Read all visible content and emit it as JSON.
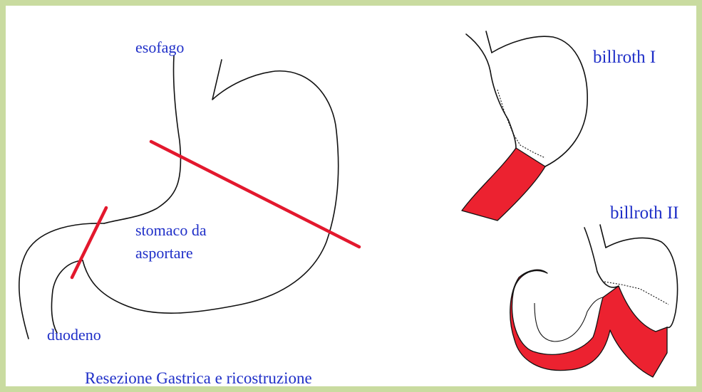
{
  "labels": {
    "esofago": "esofago",
    "stomaco_da": "stomaco da",
    "asportare": "asportare",
    "duodeno": "duodeno",
    "title": "Resezione Gastrica e ricostruzione",
    "billroth_1": "billroth I",
    "billroth_2": "billroth II"
  },
  "colors": {
    "frame": "#c9dba0",
    "background": "#ffffff",
    "outline": "#111111",
    "resection_line": "#e3182d",
    "intestine": "#ec2230",
    "label_text": "#1f2fc8"
  }
}
